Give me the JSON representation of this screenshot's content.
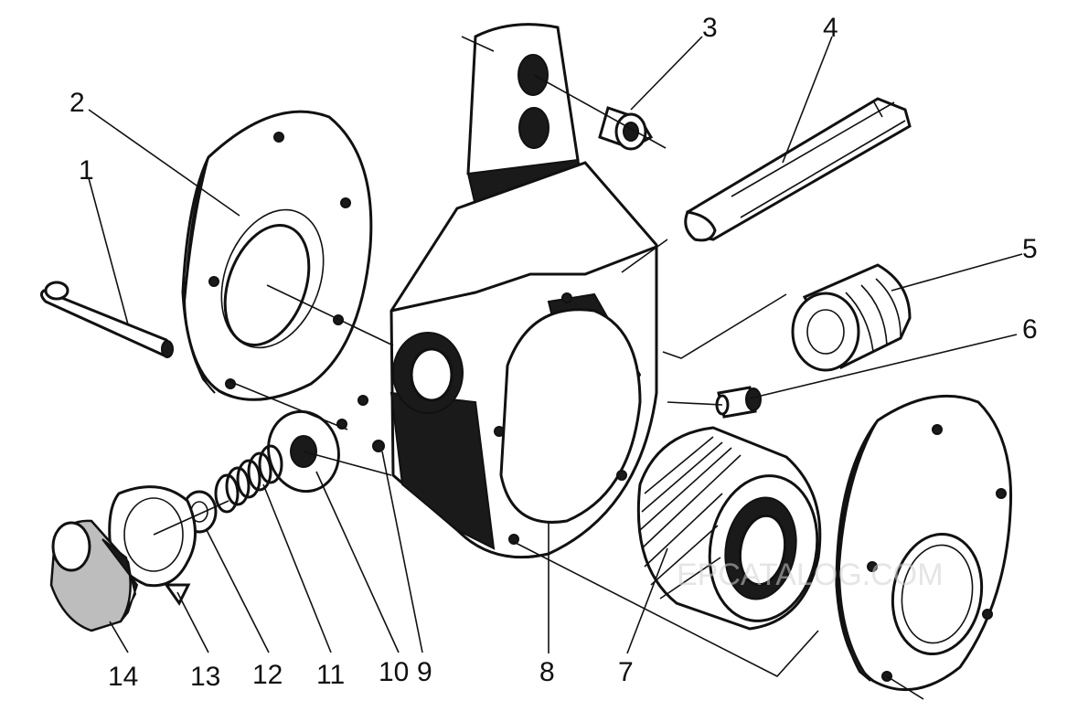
{
  "figure": {
    "callouts": [
      {
        "id": "1",
        "label": "1"
      },
      {
        "id": "2",
        "label": "2"
      },
      {
        "id": "3",
        "label": "3"
      },
      {
        "id": "4",
        "label": "4"
      },
      {
        "id": "5",
        "label": "5"
      },
      {
        "id": "6",
        "label": "6"
      },
      {
        "id": "7",
        "label": "7"
      },
      {
        "id": "8",
        "label": "8"
      },
      {
        "id": "9",
        "label": "9"
      },
      {
        "id": "10",
        "label": "10"
      },
      {
        "id": "11",
        "label": "11"
      },
      {
        "id": "12",
        "label": "12"
      },
      {
        "id": "13",
        "label": "13"
      },
      {
        "id": "14",
        "label": "14"
      }
    ],
    "watermark": "EPCATALOG.COM"
  }
}
